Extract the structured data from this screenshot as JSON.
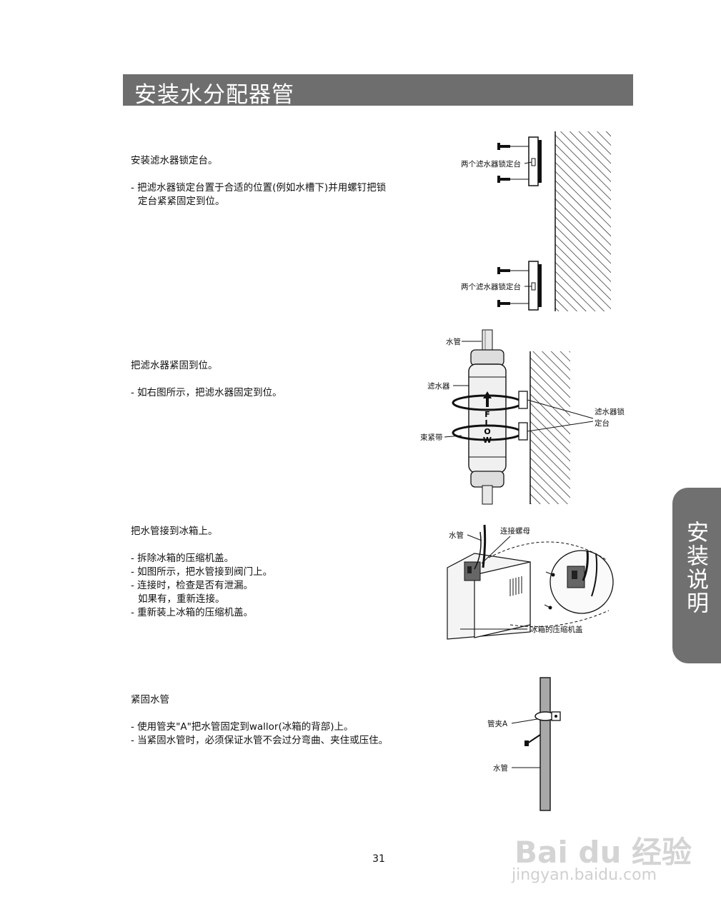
{
  "title": "安装水分配器管",
  "side_tab": "安装说明",
  "page_number": "31",
  "watermark": {
    "brand": "Bai du 经验",
    "url": "jingyan.baidu.com"
  },
  "sections": [
    {
      "heading": "安装滤水器锁定台。",
      "lines": [
        {
          "text": "- 把滤水器锁定台置于合适的位置(例如水槽下)并用螺钉把锁",
          "indent": false
        },
        {
          "text": "定台紧紧固定到位。",
          "indent": true
        }
      ]
    },
    {
      "heading": "把滤水器紧固到位。",
      "lines": [
        {
          "text": "- 如右图所示，把滤水器固定到位。",
          "indent": false
        }
      ]
    },
    {
      "heading": "把水管接到冰箱上。",
      "lines": [
        {
          "text": "- 拆除冰箱的压缩机盖。",
          "indent": false
        },
        {
          "text": "- 如图所示，把水管接到阀门上。",
          "indent": false
        },
        {
          "text": "- 连接时，检查是否有泄漏。",
          "indent": false
        },
        {
          "text": "如果有，重新连接。",
          "indent": true
        },
        {
          "text": "- 重新装上冰箱的压缩机盖。",
          "indent": false
        }
      ]
    },
    {
      "heading": "紧固水管",
      "lines": [
        {
          "text": "- 使用管夹\"A\"把水管固定到wallor(冰箱的背部)上。",
          "indent": false
        },
        {
          "text": "- 当紧固水管时，必须保证水管不会过分弯曲、夹住或压住。",
          "indent": false
        }
      ]
    }
  ],
  "figures": {
    "fig1": {
      "label_top": "两个滤水器锁定台",
      "label_bottom": "两个滤水器锁定台"
    },
    "fig2": {
      "water_pipe": "水管",
      "filter": "滤水器",
      "strap": "束紧带",
      "lock_line1": "滤水器锁",
      "lock_line2": "定台",
      "flow": [
        "F",
        "L",
        "O",
        "W"
      ]
    },
    "fig3": {
      "water_pipe": "水管",
      "nut": "连接螺母",
      "cover": "冰箱的压缩机盖"
    },
    "fig4": {
      "clamp": "管夹A",
      "water_pipe": "水管"
    }
  }
}
